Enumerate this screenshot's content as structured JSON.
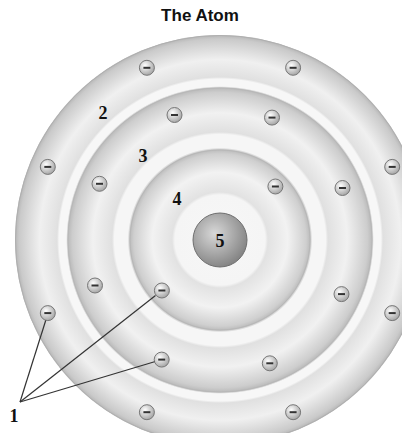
{
  "diagram": {
    "title": "The Atom",
    "labels": [
      "2",
      "3",
      "4",
      "5",
      "1"
    ]
  }
}
